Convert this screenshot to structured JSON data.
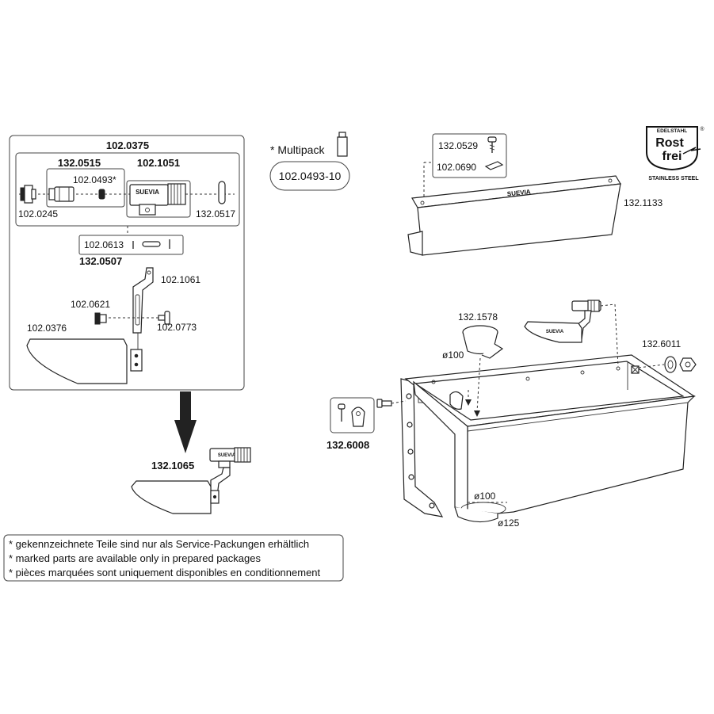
{
  "labels": {
    "assembly": "102.0375",
    "valve_group": "132.0515",
    "valve_body": "102.1051",
    "washer": "102.0493*",
    "nut": "102.0245",
    "gasket_end": "132.0517",
    "pin": "102.0613",
    "pin_kit": "132.0507",
    "arm": "102.1061",
    "bolt": "102.0621",
    "screw": "102.0773",
    "float": "102.0376",
    "complete_valve": "132.1065",
    "multipack_title": "* Multipack",
    "multipack_code": "102.0493-10",
    "cover_bolt": "132.0529",
    "cover_nut": "102.0690",
    "cover": "132.1133",
    "bowl_insert": "132.1578",
    "bowl_diameter": "ø100",
    "fitting": "132.6011",
    "mount_kit": "132.6008",
    "outlet_inner": "ø100",
    "outlet_outer": "ø125",
    "brand": "SUEVIA"
  },
  "logo": {
    "top": "EDELSTAHL",
    "line1": "Rost",
    "line2": "frei",
    "bottom": "STAINLESS STEEL",
    "registered": "®"
  },
  "notes": [
    "* gekennzeichnete Teile sind nur als Service-Packungen erhältlich",
    "* marked parts are available only in prepared packages",
    "* pièces marquées sont uniquement disponibles en conditionnement"
  ]
}
